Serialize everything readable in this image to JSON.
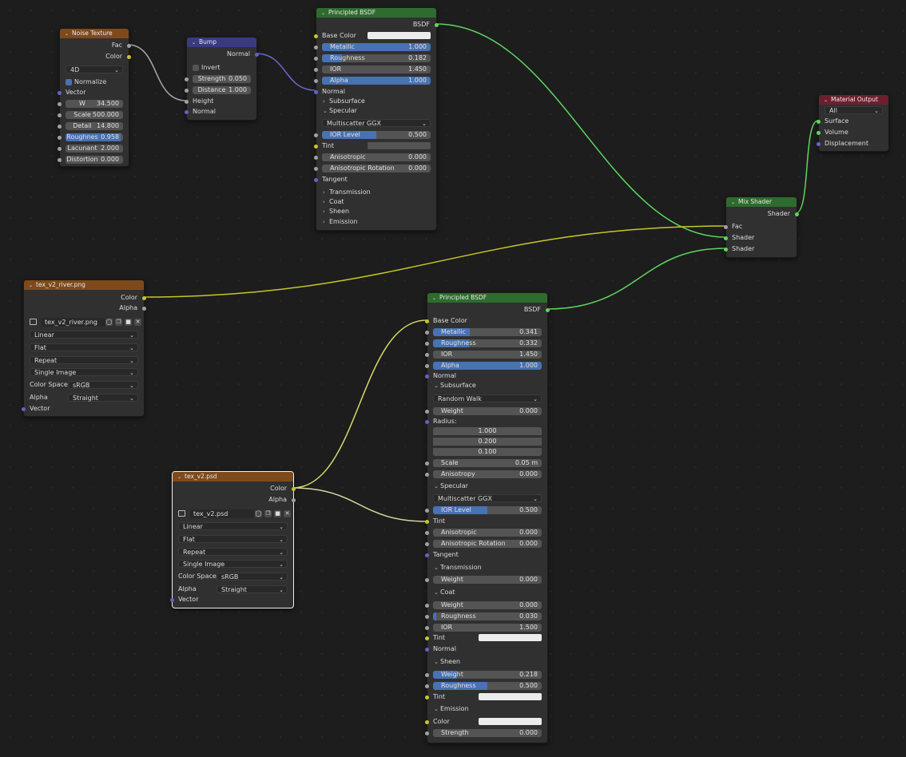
{
  "colors": {
    "background": "#1d1d1d",
    "node_body": "#303030",
    "texture_header": "#7e4a1c",
    "vector_header": "#3a3a82",
    "shader_header": "#2e6b2e",
    "output_header": "#6e1f2e",
    "slider_fill": "#4772b3",
    "socket_color": "#c7c729",
    "socket_shader": "#5fd65f",
    "socket_vector": "#6363c7",
    "socket_float": "#a1a1a1"
  },
  "noise": {
    "title": "Noise Texture",
    "out_fac": "Fac",
    "out_color": "Color",
    "dim": "4D",
    "normalize": "Normalize",
    "in_vector": "Vector",
    "fields": [
      {
        "label": "W",
        "value": "34.500"
      },
      {
        "label": "Scale",
        "value": "500.000"
      },
      {
        "label": "Detail",
        "value": "14.800"
      },
      {
        "label": "Roughnes",
        "value": "0.958"
      },
      {
        "label": "Lacunant",
        "value": "2.000"
      },
      {
        "label": "Distortion",
        "value": "0.000"
      }
    ],
    "roughness_fill": 0.958
  },
  "bump": {
    "title": "Bump",
    "out_normal": "Normal",
    "invert": "Invert",
    "fields": [
      {
        "label": "Strength",
        "value": "0.050"
      },
      {
        "label": "Distance",
        "value": "1.000"
      }
    ],
    "in_height": "Height",
    "in_normal": "Normal"
  },
  "bsdf1": {
    "title": "Principled BSDF",
    "out": "BSDF",
    "base_color": "Base Color",
    "fields": [
      {
        "label": "Metallic",
        "value": "1.000",
        "fill": 1.0
      },
      {
        "label": "Roughness",
        "value": "0.182",
        "fill": 0.182
      },
      {
        "label": "IOR",
        "value": "1.450",
        "fill": 0
      },
      {
        "label": "Alpha",
        "value": "1.000",
        "fill": 1.0
      }
    ],
    "normal": "Normal",
    "subsurface": "Subsurface",
    "specular": "Specular",
    "distribution": "Multiscatter GGX",
    "ior_level": {
      "label": "IOR Level",
      "value": "0.500",
      "fill": 0.5
    },
    "tint": "Tint",
    "aniso": {
      "label": "Anisotropic",
      "value": "0.000"
    },
    "aniso_rot": {
      "label": "Anisotropic Rotation",
      "value": "0.000"
    },
    "tangent": "Tangent",
    "collapsed": [
      "Transmission",
      "Coat",
      "Sheen",
      "Emission"
    ]
  },
  "output": {
    "title": "Material Output",
    "target": "All",
    "inputs": [
      "Surface",
      "Volume",
      "Displacement"
    ]
  },
  "mix": {
    "title": "Mix Shader",
    "out": "Shader",
    "inputs": [
      "Fac",
      "Shader",
      "Shader"
    ]
  },
  "img1": {
    "title": "tex_v2_river.png",
    "out_color": "Color",
    "out_alpha": "Alpha",
    "file": "tex_v2_river.png",
    "interp": "Linear",
    "proj": "Flat",
    "ext": "Repeat",
    "src": "Single Image",
    "cs_label": "Color Space",
    "cs": "sRGB",
    "alpha_label": "Alpha",
    "alpha": "Straight",
    "vector": "Vector"
  },
  "img2": {
    "title": "tex_v2.psd",
    "out_color": "Color",
    "out_alpha": "Alpha",
    "file": "tex_v2.psd",
    "interp": "Linear",
    "proj": "Flat",
    "ext": "Repeat",
    "src": "Single Image",
    "cs_label": "Color Space",
    "cs": "sRGB",
    "alpha_label": "Alpha",
    "alpha": "Straight",
    "vector": "Vector"
  },
  "bsdf2": {
    "title": "Principled BSDF",
    "out": "BSDF",
    "base_color": "Base Color",
    "fields": [
      {
        "label": "Metallic",
        "value": "0.341",
        "fill": 0.341
      },
      {
        "label": "Roughness",
        "value": "0.332",
        "fill": 0.332
      },
      {
        "label": "IOR",
        "value": "1.450",
        "fill": 0
      },
      {
        "label": "Alpha",
        "value": "1.000",
        "fill": 1.0
      }
    ],
    "normal": "Normal",
    "subsurface": "Subsurface",
    "sss_method": "Random Walk",
    "sss_weight": {
      "label": "Weight",
      "value": "0.000"
    },
    "radius": "Radius:",
    "radius_vals": [
      "1.000",
      "0.200",
      "0.100"
    ],
    "sss_scale": {
      "label": "Scale",
      "value": "0.05 m"
    },
    "sss_aniso": {
      "label": "Anisotropy",
      "value": "0.000"
    },
    "specular": "Specular",
    "distribution": "Multiscatter GGX",
    "ior_level": {
      "label": "IOR Level",
      "value": "0.500",
      "fill": 0.5
    },
    "tint": "Tint",
    "aniso": {
      "label": "Anisotropic",
      "value": "0.000"
    },
    "aniso_rot": {
      "label": "Anisotropic Rotation",
      "value": "0.000"
    },
    "tangent": "Tangent",
    "transmission": "Transmission",
    "trans_weight": {
      "label": "Weight",
      "value": "0.000"
    },
    "coat": "Coat",
    "coat_weight": {
      "label": "Weight",
      "value": "0.000"
    },
    "coat_rough": {
      "label": "Roughness",
      "value": "0.030",
      "fill": 0.03
    },
    "coat_ior": {
      "label": "IOR",
      "value": "1.500"
    },
    "coat_tint": "Tint",
    "coat_normal": "Normal",
    "sheen": "Sheen",
    "sheen_weight": {
      "label": "Weight",
      "value": "0.218",
      "fill": 0.218
    },
    "sheen_rough": {
      "label": "Roughness",
      "value": "0.500",
      "fill": 0.5
    },
    "sheen_tint": "Tint",
    "emission": "Emission",
    "em_color": "Color",
    "em_strength": {
      "label": "Strength",
      "value": "0.000"
    }
  }
}
